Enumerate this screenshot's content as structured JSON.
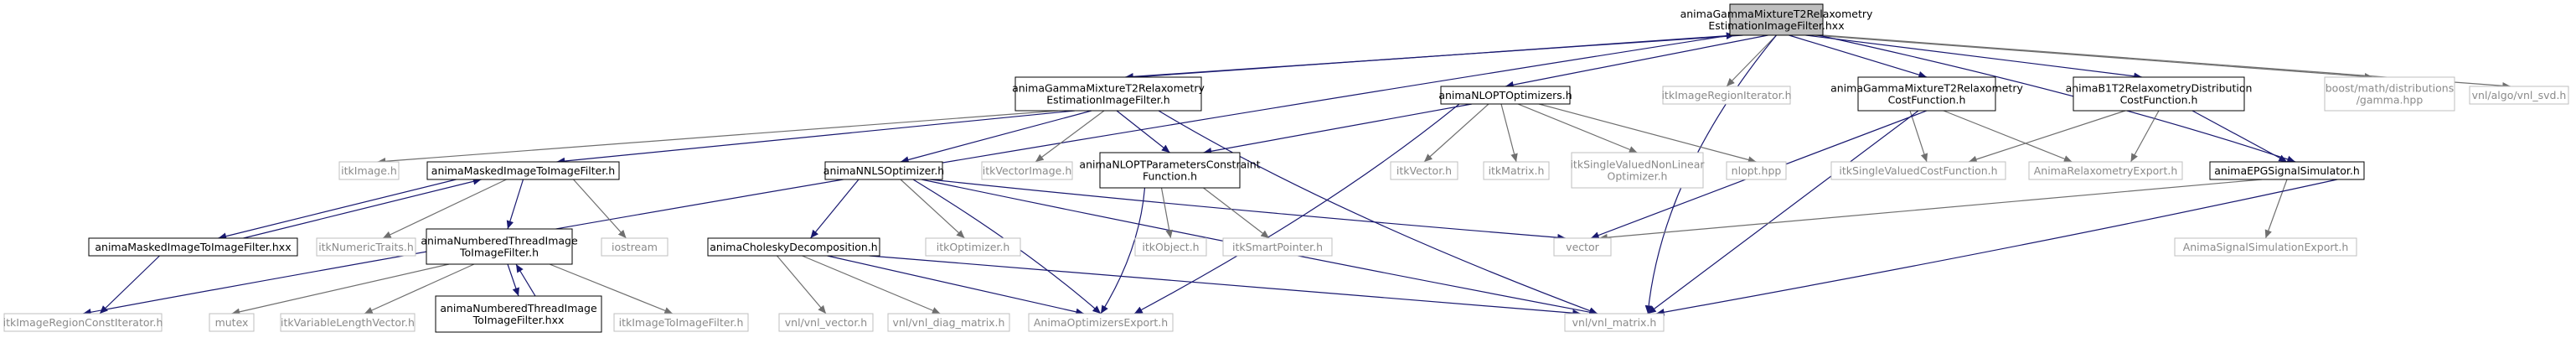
{
  "graph": {
    "title": "anima/filtering/... include dependency graph",
    "colors": {
      "edge": "#191970",
      "edge_gray": "#6f6f6f",
      "focus_fill": "#bfbfbf",
      "node_stroke": "#000000",
      "gray_stroke": "#bfbfbf"
    },
    "nodes": [
      {
        "id": "n_root",
        "lines": [
          "animaGammaMixtureT2Relaxometry",
          "EstimationImageFilter.hxx"
        ],
        "style": "focus"
      },
      {
        "id": "n_filt_h",
        "lines": [
          "animaGammaMixtureT2Relaxometry",
          "EstimationImageFilter.h"
        ],
        "style": "doc"
      },
      {
        "id": "n_nlopt",
        "lines": [
          "animaNLOPTOptimizers.h"
        ],
        "style": "doc"
      },
      {
        "id": "n_itk_region_it",
        "lines": [
          "itkImageRegionIterator.h"
        ],
        "style": "plain"
      },
      {
        "id": "n_cost_h",
        "lines": [
          "animaGammaMixtureT2Relaxometry",
          "CostFunction.h"
        ],
        "style": "doc"
      },
      {
        "id": "n_b1",
        "lines": [
          "animaB1T2RelaxometryDistribution",
          "CostFunction.h"
        ],
        "style": "doc"
      },
      {
        "id": "n_boost",
        "lines": [
          "boost/math/distributions",
          "/gamma.hpp"
        ],
        "style": "plain"
      },
      {
        "id": "n_vnl_svd",
        "lines": [
          "vnl/algo/vnl_svd.h"
        ],
        "style": "plain"
      },
      {
        "id": "n_itkimage",
        "lines": [
          "itkImage.h"
        ],
        "style": "plain"
      },
      {
        "id": "n_masked_h",
        "lines": [
          "animaMaskedImageToImageFilter.h"
        ],
        "style": "doc"
      },
      {
        "id": "n_itkvecimg",
        "lines": [
          "itkVectorImage.h"
        ],
        "style": "plain"
      },
      {
        "id": "n_nnls",
        "lines": [
          "animaNNLSOptimizer.h"
        ],
        "style": "doc"
      },
      {
        "id": "n_nlopt_param",
        "lines": [
          "animaNLOPTParametersConstraint",
          "Function.h"
        ],
        "style": "doc"
      },
      {
        "id": "n_itkvector",
        "lines": [
          "itkVector.h"
        ],
        "style": "plain"
      },
      {
        "id": "n_itkmatrix",
        "lines": [
          "itkMatrix.h"
        ],
        "style": "plain"
      },
      {
        "id": "n_itk_single_nl",
        "lines": [
          "itkSingleValuedNonLinear",
          "Optimizer.h"
        ],
        "style": "plain"
      },
      {
        "id": "n_nlopt_hpp",
        "lines": [
          "nlopt.hpp"
        ],
        "style": "plain"
      },
      {
        "id": "n_itk_single_cost",
        "lines": [
          "itkSingleValuedCostFunction.h"
        ],
        "style": "plain"
      },
      {
        "id": "n_relax_export",
        "lines": [
          "AnimaRelaxometryExport.h"
        ],
        "style": "plain"
      },
      {
        "id": "n_epg",
        "lines": [
          "animaEPGSignalSimulator.h"
        ],
        "style": "doc"
      },
      {
        "id": "n_masked_hxx",
        "lines": [
          "animaMaskedImageToImageFilter.hxx"
        ],
        "style": "doc"
      },
      {
        "id": "n_itknumtraits",
        "lines": [
          "itkNumericTraits.h"
        ],
        "style": "plain"
      },
      {
        "id": "n_numbered_h",
        "lines": [
          "animaNumberedThreadImage",
          "ToImageFilter.h"
        ],
        "style": "doc"
      },
      {
        "id": "n_iostream",
        "lines": [
          "iostream"
        ],
        "style": "plain"
      },
      {
        "id": "n_cholesky",
        "lines": [
          "animaCholeskyDecomposition.h"
        ],
        "style": "doc"
      },
      {
        "id": "n_itkopt",
        "lines": [
          "itkOptimizer.h"
        ],
        "style": "plain"
      },
      {
        "id": "n_itkobject",
        "lines": [
          "itkObject.h"
        ],
        "style": "plain"
      },
      {
        "id": "n_itksmartptr",
        "lines": [
          "itkSmartPointer.h"
        ],
        "style": "plain"
      },
      {
        "id": "n_vector",
        "lines": [
          "vector"
        ],
        "style": "plain"
      },
      {
        "id": "n_sigsim_export",
        "lines": [
          "AnimaSignalSimulationExport.h"
        ],
        "style": "plain"
      },
      {
        "id": "n_itk_region_const",
        "lines": [
          "itkImageRegionConstIterator.h"
        ],
        "style": "plain"
      },
      {
        "id": "n_mutex",
        "lines": [
          "mutex"
        ],
        "style": "plain"
      },
      {
        "id": "n_itkvarlen",
        "lines": [
          "itkVariableLengthVector.h"
        ],
        "style": "plain"
      },
      {
        "id": "n_numbered_hxx",
        "lines": [
          "animaNumberedThreadImage",
          "ToImageFilter.hxx"
        ],
        "style": "doc"
      },
      {
        "id": "n_itkimg2img",
        "lines": [
          "itkImageToImageFilter.h"
        ],
        "style": "plain"
      },
      {
        "id": "n_vnl_vector",
        "lines": [
          "vnl/vnl_vector.h"
        ],
        "style": "plain"
      },
      {
        "id": "n_vnl_diag",
        "lines": [
          "vnl/vnl_diag_matrix.h"
        ],
        "style": "plain"
      },
      {
        "id": "n_opt_export",
        "lines": [
          "AnimaOptimizersExport.h"
        ],
        "style": "plain"
      },
      {
        "id": "n_vnl_matrix",
        "lines": [
          "vnl/vnl_matrix.h"
        ],
        "style": "plain"
      }
    ]
  }
}
